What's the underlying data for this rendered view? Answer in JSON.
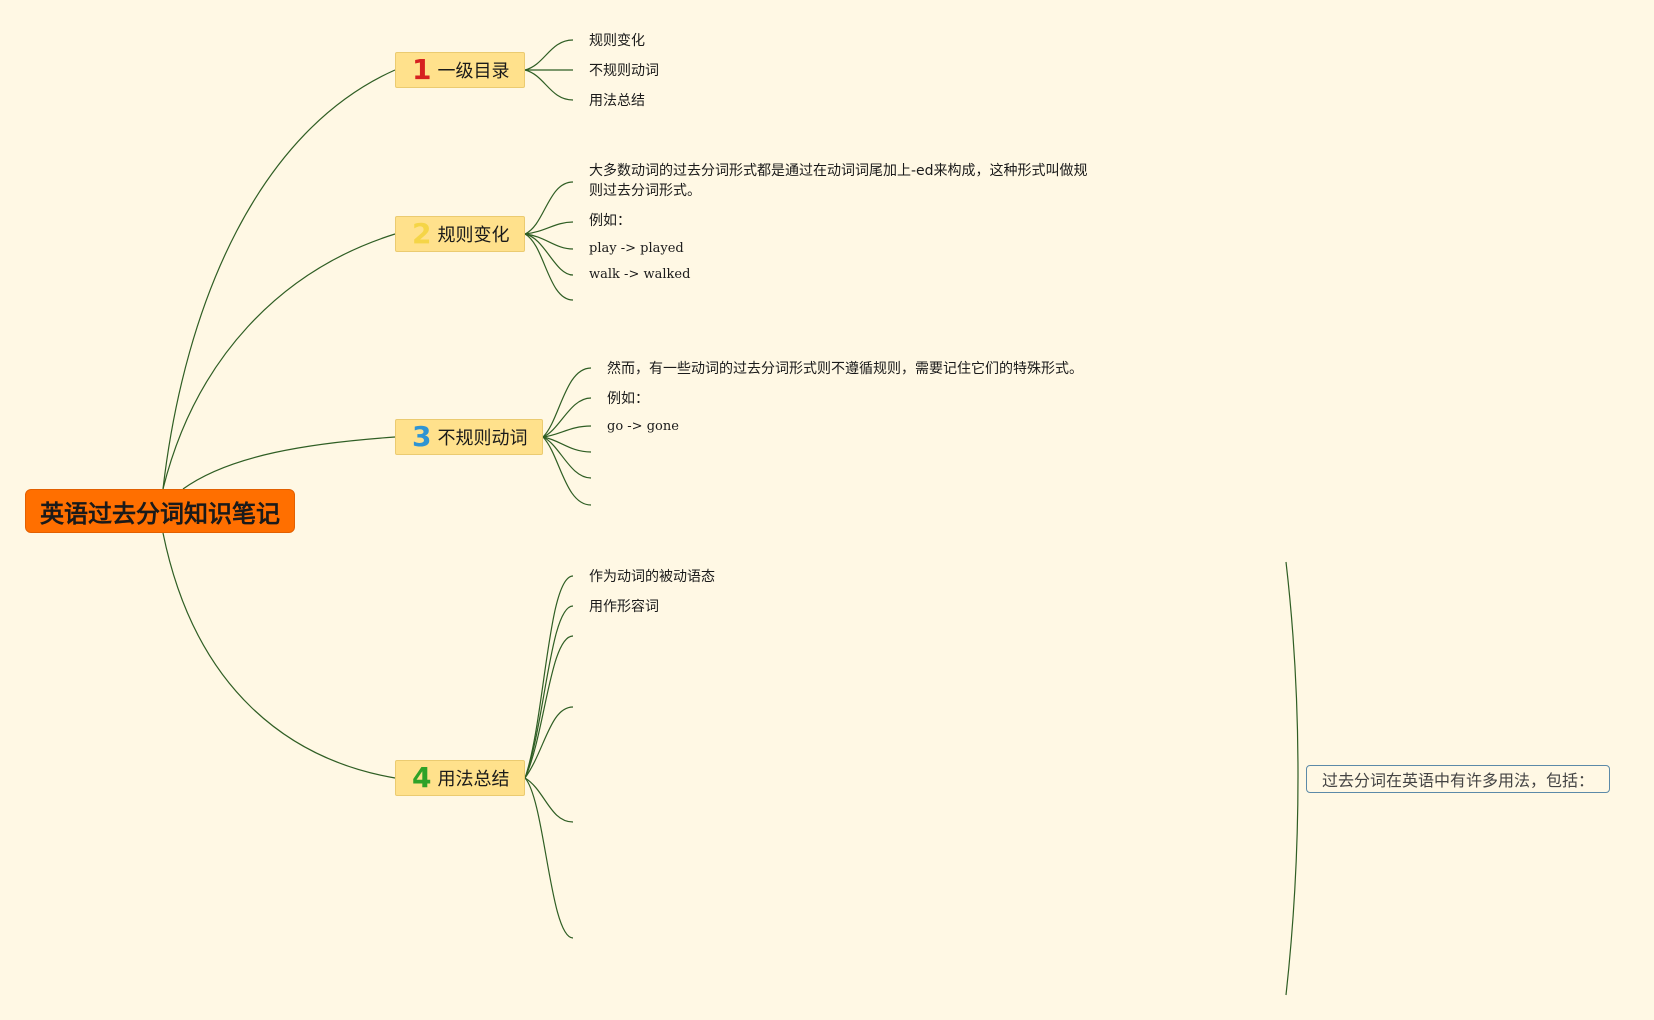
{
  "root": {
    "label": "英语过去分词知识笔记"
  },
  "topics": [
    {
      "num": "1",
      "label": "一级目录",
      "num_color": "#D6201F"
    },
    {
      "num": "2",
      "label": "规则变化",
      "num_color": "#F5D547"
    },
    {
      "num": "3",
      "label": "不规则动词",
      "num_color": "#2E94D3"
    },
    {
      "num": "4",
      "label": "用法总结",
      "num_color": "#2FA228"
    }
  ],
  "topic1_children": [
    "规则变化",
    "不规则动词",
    "用法总结"
  ],
  "topic2_children": {
    "description": "大多数动词的过去分词形式都是通过在动词词尾加上-ed来构成，这种形式叫做规则过去分词形式。",
    "example_label": "例如：",
    "example1": "play -> played",
    "example2": "walk -> walked"
  },
  "topic3_children": {
    "description": "然而，有一些动词的过去分词形式则不遵循规则，需要记住它们的特殊形式。",
    "example_label": "例如：",
    "example1": "go -> gone"
  },
  "topic4_children": [
    "作为动词的被动语态",
    "用作形容词"
  ],
  "callout": {
    "label": "过去分词在英语中有许多用法，包括："
  },
  "colors": {
    "background": "#FFF8E4",
    "root_fill": "#FF6F00",
    "topic_fill": "#FFE18C",
    "connector": "#2F5E24",
    "callout_border": "#5C8AA8"
  }
}
